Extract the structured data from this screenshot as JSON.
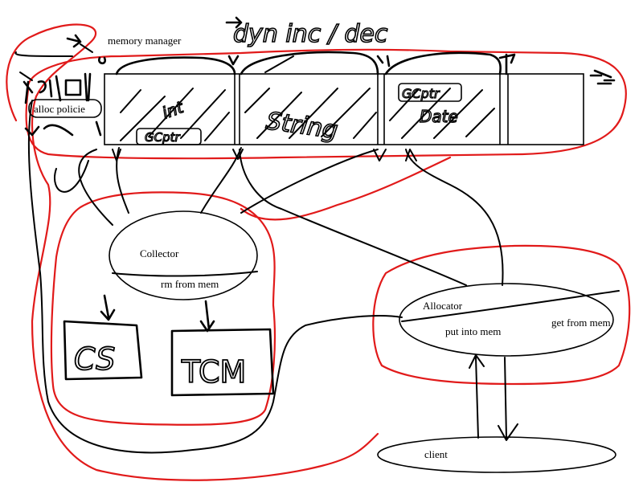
{
  "labels": {
    "memory_manager": "memory manager",
    "alloc_policies": "alloc policie",
    "collector": "Collector",
    "rm_from_mem": "rm from mem",
    "allocator": "Allocator",
    "put_into_mem": "put into mem",
    "get_from_mem": "get from mem",
    "client": "client"
  },
  "handwriting": {
    "dyn_inc_dec": "dyn inc / dec",
    "int": "int",
    "string": "String",
    "date": "Date",
    "gcptr_1": "GCptr",
    "gcptr_2": "GCptr",
    "cs": "CS",
    "tcm": "TCM"
  },
  "colors": {
    "ink": "#000000",
    "highlight": "#e11a1a",
    "background": "#ffffff"
  }
}
